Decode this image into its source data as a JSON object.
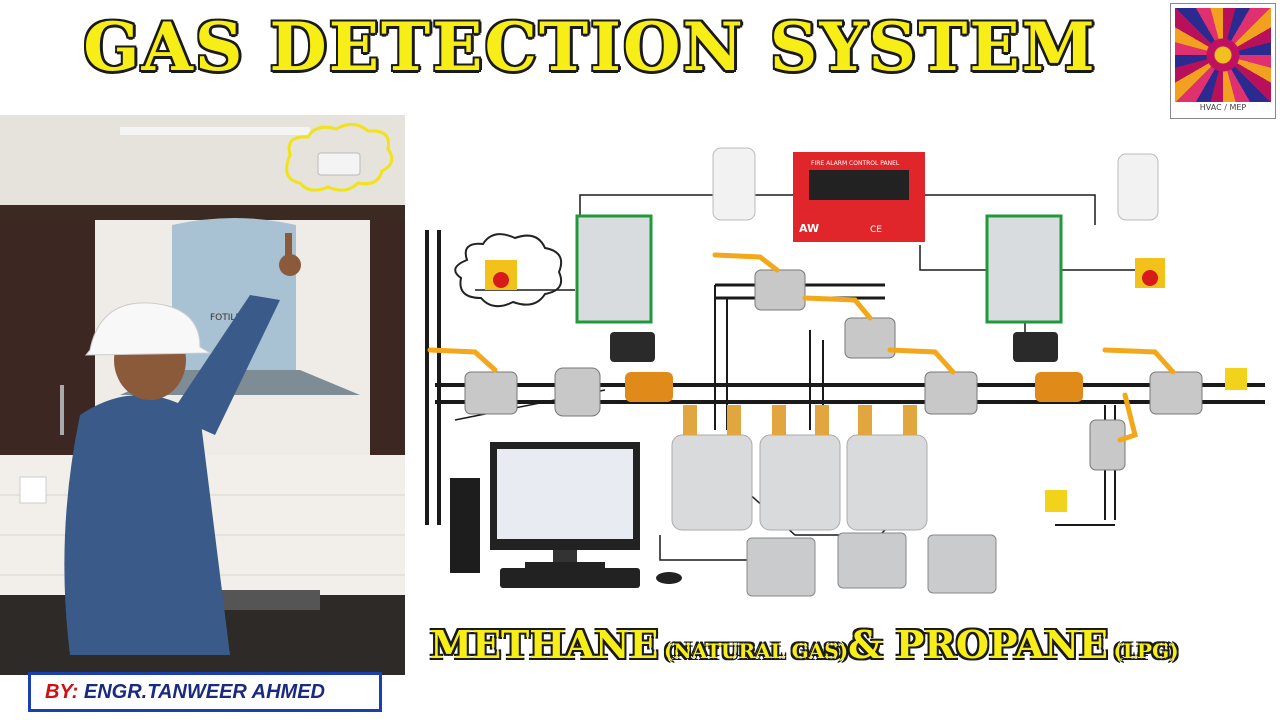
{
  "title": "GAS DETECTION SYSTEM",
  "logo": {
    "caption": "HVAC / MEP"
  },
  "credit": {
    "by": "BY:",
    "name": " ENGR.TANWEER AHMED"
  },
  "subtitle": {
    "gas1": "METHANE",
    "gas1_note": "(NATURAL GAS)",
    "joiner": "& ",
    "gas2": "PROPANE",
    "gas2_note": "(LPG)"
  },
  "panel": {
    "label": "FIRE ALARM CONTROL PANEL",
    "brand": "AW",
    "mark": "CE"
  },
  "hood": {
    "brand": "FOTILE"
  },
  "colors": {
    "title_fill": "#f6ee16",
    "pipe": "#1a1a1a",
    "panel_red": "#e0262a",
    "cabinet_border": "#1f9a3a",
    "valve_handle": "#f2a81a",
    "cloud": "#f2e21a"
  }
}
